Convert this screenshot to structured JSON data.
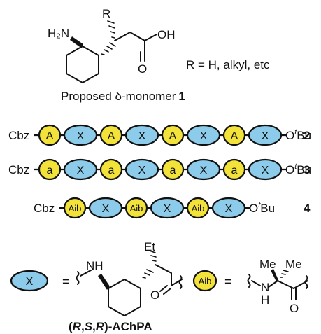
{
  "monomer": {
    "r_label": "R",
    "amine_label": "H₂N",
    "oh_label": "OH",
    "o_label": "O",
    "r_definition": "R = H, alkyl, etc",
    "caption_text": "Proposed δ-monomer",
    "caption_number": "1"
  },
  "chains": [
    {
      "id": "chain-2",
      "n_cap": "Cbz",
      "c_cap": "O",
      "c_cap_sup": "t",
      "c_cap_tail": "Bu",
      "number": "2",
      "units": [
        "A",
        "X",
        "A",
        "X",
        "A",
        "X",
        "A",
        "X"
      ]
    },
    {
      "id": "chain-3",
      "n_cap": "Cbz",
      "c_cap": "O",
      "c_cap_sup": "t",
      "c_cap_tail": "Bu",
      "number": "3",
      "units": [
        "a",
        "X",
        "a",
        "X",
        "a",
        "X",
        "a",
        "X"
      ]
    },
    {
      "id": "chain-4",
      "n_cap": "Cbz",
      "c_cap": "O",
      "c_cap_sup": "t",
      "c_cap_tail": "Bu",
      "number": "4",
      "units": [
        "Aib",
        "X",
        "Aib",
        "X",
        "Aib",
        "X"
      ]
    }
  ],
  "legend": {
    "x_bead": "X",
    "equals": "=",
    "aib_bead": "Aib",
    "nh_label": "NH",
    "et_label": "Et",
    "o_label": "O",
    "me1": "Me",
    "me2": "Me",
    "n_label": "N",
    "h_label": "H",
    "o2_label": "O",
    "caption_parts": [
      "(",
      "R",
      ",",
      "S",
      ",",
      "R",
      ")-AChPA"
    ]
  },
  "colors": {
    "yellow_bead": "#f2e23a",
    "blue_bead": "#8ccbe9",
    "outline": "#111111"
  }
}
